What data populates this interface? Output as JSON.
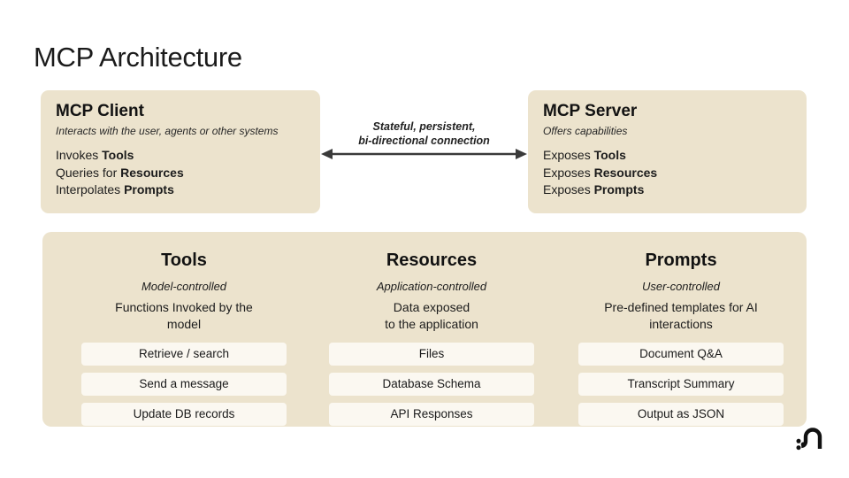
{
  "page": {
    "title": "MCP Architecture"
  },
  "colors": {
    "background": "#ffffff",
    "box_bg": "#ece3cd",
    "pill_bg": "#fbf8f1",
    "text": "#1c1c1c",
    "arrow": "#3a3a3a"
  },
  "client_box": {
    "title": "MCP Client",
    "subtitle": "Interacts with the user, agents or other systems",
    "lines": [
      {
        "prefix": "Invokes ",
        "bold": "Tools"
      },
      {
        "prefix": "Queries for ",
        "bold": "Resources"
      },
      {
        "prefix": "Interpolates ",
        "bold": "Prompts"
      }
    ]
  },
  "server_box": {
    "title": "MCP Server",
    "subtitle": "Offers capabilities",
    "lines": [
      {
        "prefix": "Exposes ",
        "bold": "Tools"
      },
      {
        "prefix": "Exposes ",
        "bold": "Resources"
      },
      {
        "prefix": "Exposes ",
        "bold": "Prompts"
      }
    ]
  },
  "connection": {
    "label_line1": "Stateful, persistent,",
    "label_line2": "bi-directional connection"
  },
  "capabilities": {
    "columns": [
      {
        "title": "Tools",
        "control": "Model-controlled",
        "desc_line1": "Functions Invoked by the",
        "desc_line2": "model",
        "items": [
          "Retrieve / search",
          "Send a message",
          "Update DB records"
        ]
      },
      {
        "title": "Resources",
        "control": "Application-controlled",
        "desc_line1": "Data exposed",
        "desc_line2": "to the application",
        "items": [
          "Files",
          "Database Schema",
          "API Responses"
        ]
      },
      {
        "title": "Prompts",
        "control": "User-controlled",
        "desc_line1": "Pre-defined templates for AI",
        "desc_line2": "interactions",
        "items": [
          "Document Q&A",
          "Transcript Summary",
          "Output as JSON"
        ]
      }
    ]
  },
  "footer": {
    "logo_icon": "hook-arrow-logo"
  }
}
